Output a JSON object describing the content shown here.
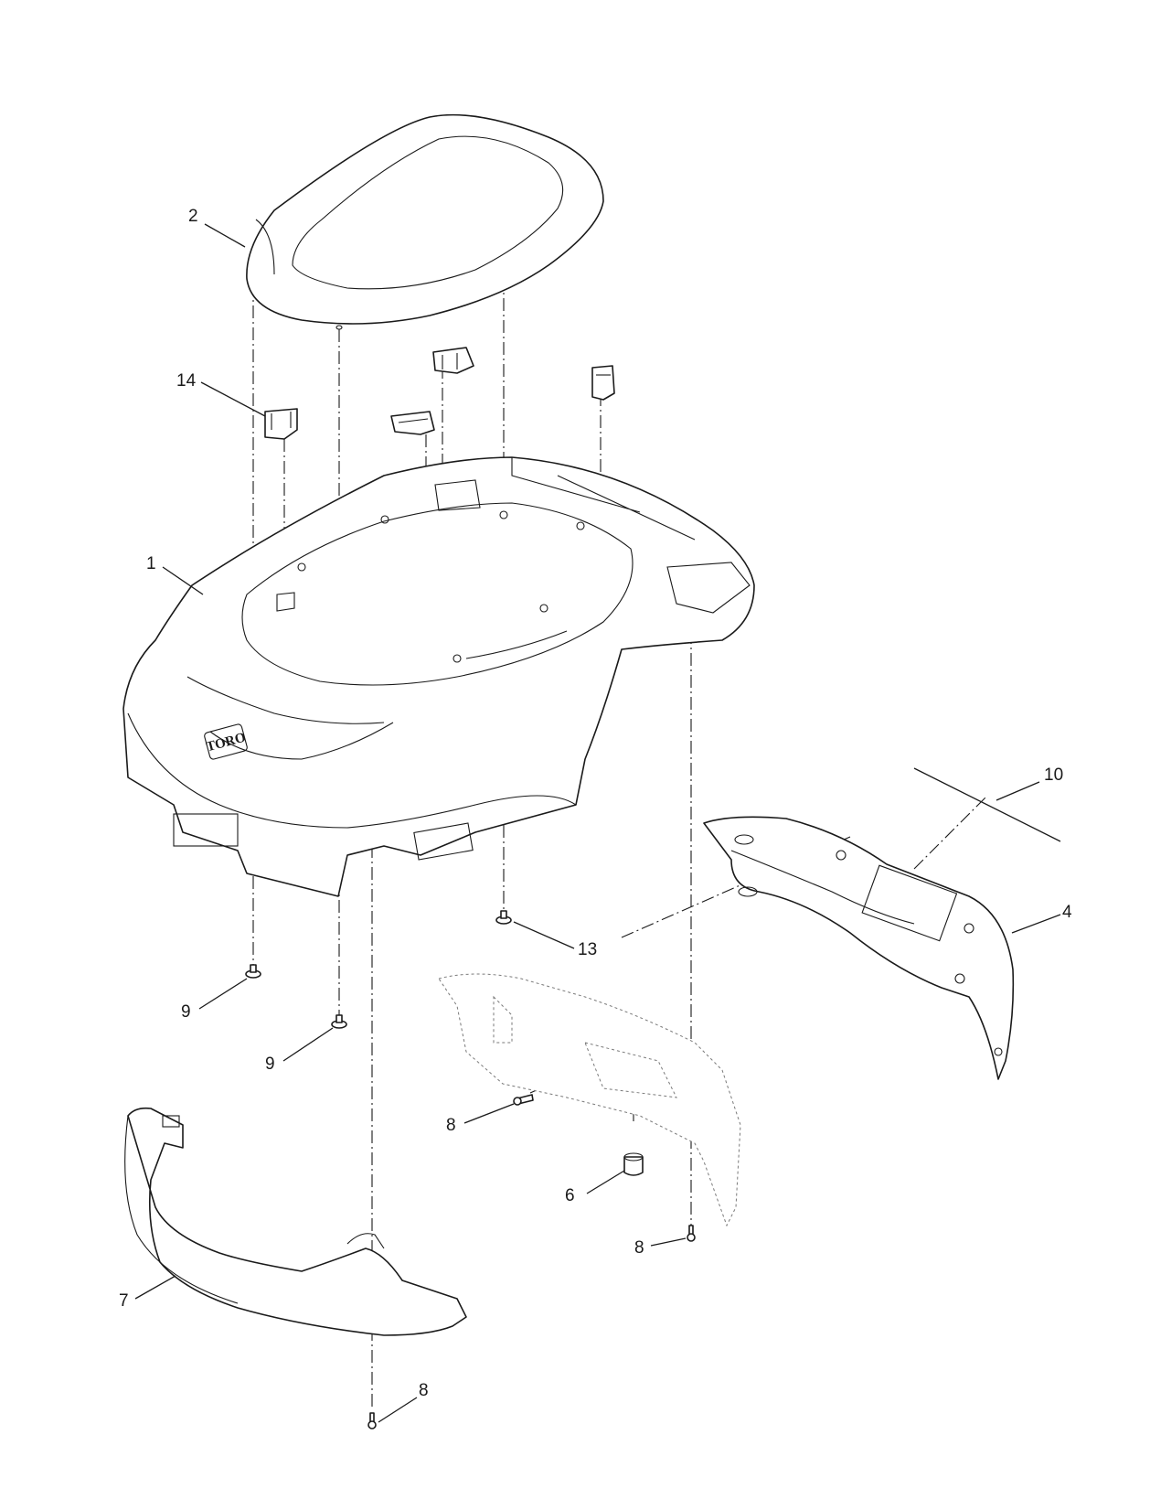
{
  "diagram": {
    "logo_text": "TORO",
    "callouts": [
      {
        "id": "c2",
        "label": "2"
      },
      {
        "id": "c14",
        "label": "14"
      },
      {
        "id": "c1",
        "label": "1"
      },
      {
        "id": "c10",
        "label": "10"
      },
      {
        "id": "c4",
        "label": "4"
      },
      {
        "id": "c13",
        "label": "13"
      },
      {
        "id": "c9a",
        "label": "9"
      },
      {
        "id": "c9b",
        "label": "9"
      },
      {
        "id": "c8a",
        "label": "8"
      },
      {
        "id": "c6",
        "label": "6"
      },
      {
        "id": "c8b",
        "label": "8"
      },
      {
        "id": "c7",
        "label": "7"
      },
      {
        "id": "c8c",
        "label": "8"
      }
    ]
  }
}
